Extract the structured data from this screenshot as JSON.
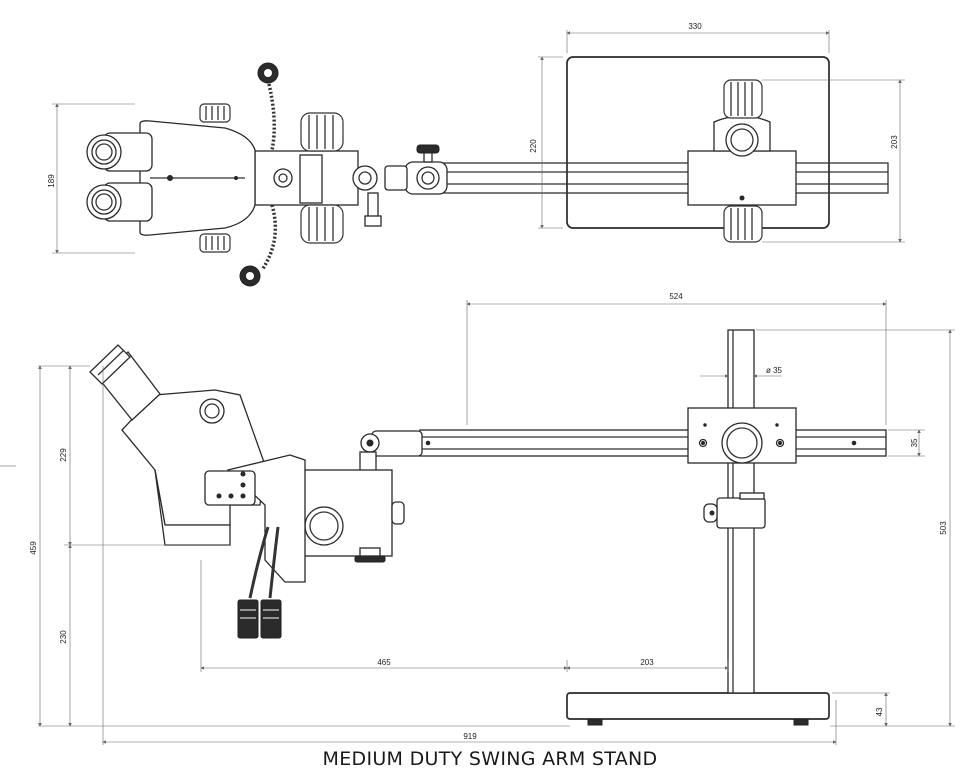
{
  "title": "MEDIUM DUTY SWING ARM STAND",
  "top_view": {
    "dimensions": {
      "base_width": "330",
      "base_depth": "220",
      "base_depth_alt": "203",
      "head_height": "189"
    }
  },
  "side_view": {
    "dimensions": {
      "arm_length": "524",
      "post_diameter": "ø 35",
      "arm_height": "35",
      "overall_height": "503",
      "head_height_upper": "229",
      "total_left_height": "459",
      "working_height": "230",
      "reach": "465",
      "post_offset": "203",
      "base_height": "43",
      "overall_length": "919"
    }
  },
  "icons": {
    "eyepiece": "eyepiece-icon",
    "focus_knob": "focus-knob-icon",
    "clamp": "clamp-icon"
  }
}
